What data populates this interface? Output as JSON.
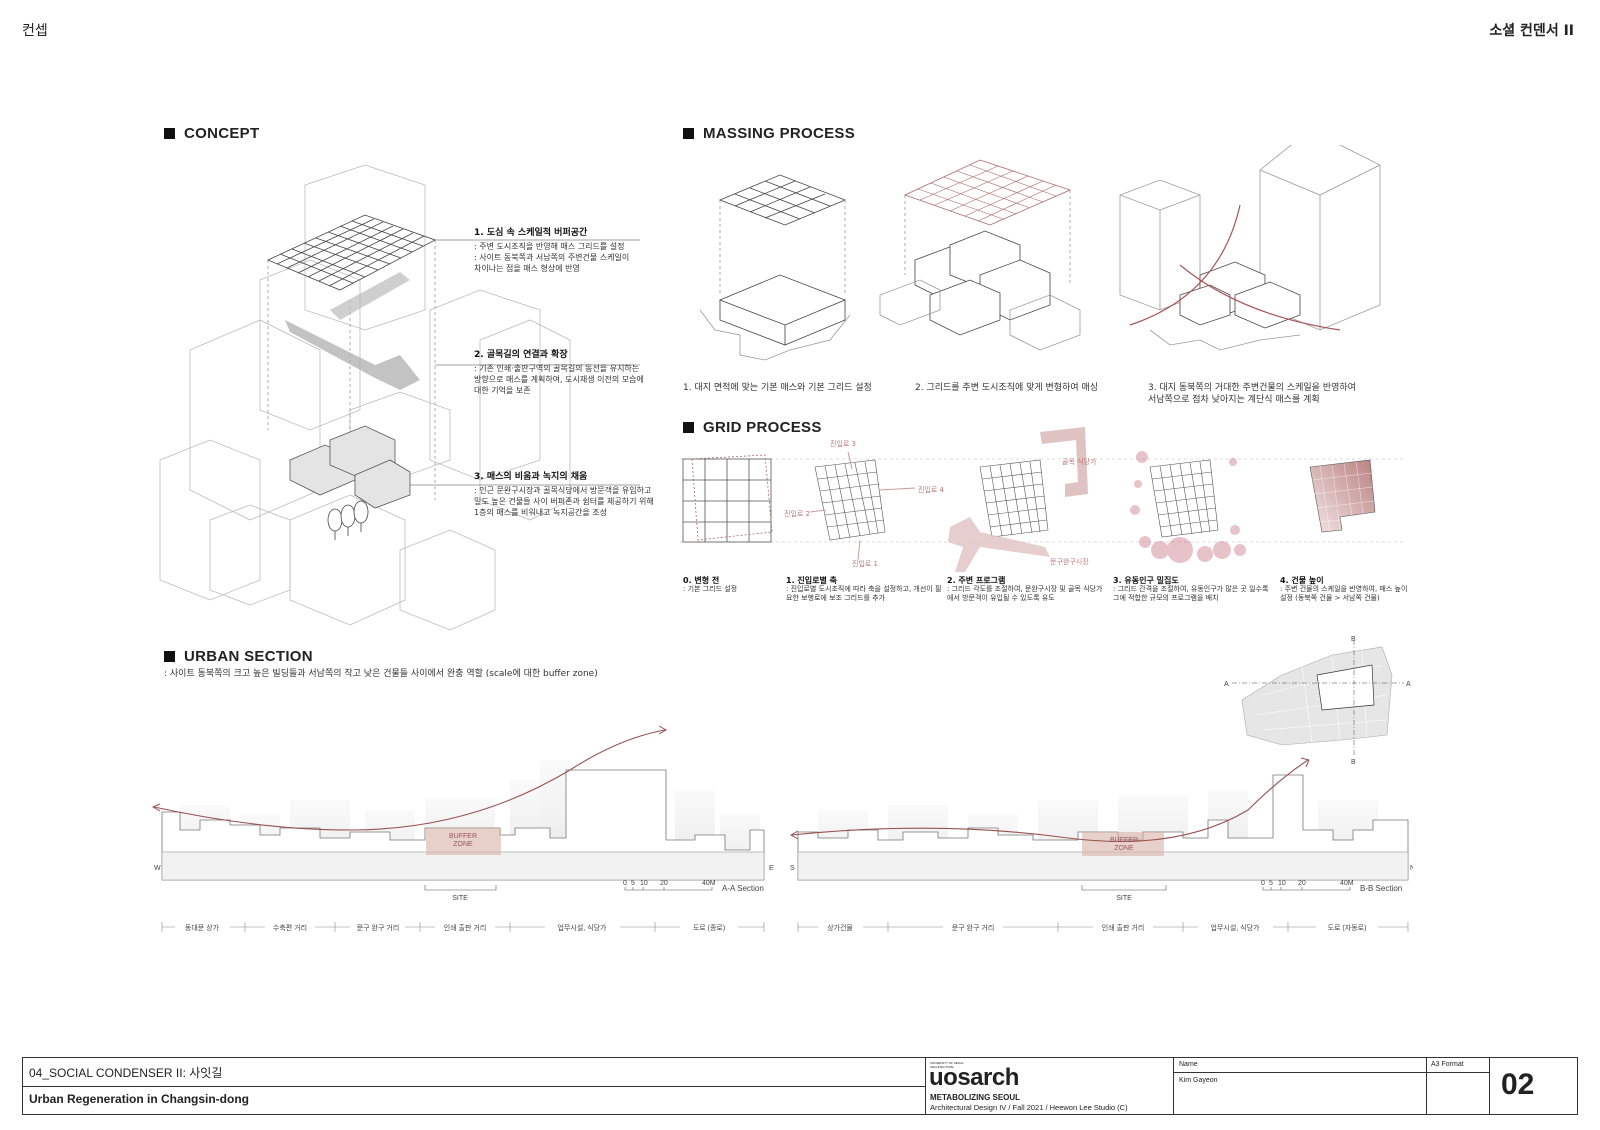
{
  "header": {
    "left_title": "컨셉",
    "right_title": "소셜 컨덴서 II"
  },
  "concept": {
    "title": "CONCEPT",
    "notes": [
      {
        "heading": "1. 도심 속 스케일적 버퍼공간",
        "lines": [
          ": 주변 도시조직을 반영해 매스 그리드를 설정",
          ": 사이트 동북쪽과 서남쪽의 주변건물 스케일이",
          "차이나는 점을 매스 형상에 반영"
        ]
      },
      {
        "heading": "2. 골목길의 연결과 확장",
        "lines": [
          ": 기존 인쇄·출판구역의 골목길의 동선을 유지하는",
          "방향으로 매스를 계획하여, 도시재생 이전의 모습에",
          "대한 기억을 보존"
        ]
      },
      {
        "heading": "3. 매스의 비움과 녹지의 채움",
        "lines": [
          ": 인근 문완구시장과 골목식당에서 방문객을 유입하고",
          "밀도 높은 건물들 사이 버퍼존과 쉼터를 제공하기 위해",
          "1층의 매스를 비워내고 녹지공간을 조성"
        ]
      }
    ]
  },
  "massing": {
    "title": "MASSING PROCESS",
    "captions": [
      [
        "1. 대지 면적에 맞는 기본 매스와 기본 그리드 설정"
      ],
      [
        "2. 그리드를 주변 도시조직에 맞게 변형하여 매싱"
      ],
      [
        "3. 대지 동북쪽의 거대한 주변건물의 스케일을 반영하여",
        "서남쪽으로 점차 낮아지는 계단식 매스를 계획"
      ]
    ]
  },
  "grid": {
    "title": "GRID PROCESS",
    "entry_labels": [
      "진입로 1",
      "진입로 2",
      "진입로 3",
      "진입로 4"
    ],
    "program_labels": [
      "골목 식당가",
      "문구완구시장"
    ],
    "captions": [
      {
        "heading": "0. 변형 전",
        "text": ": 기본 그리드 설정"
      },
      {
        "heading": "1. 진입로별 축",
        "text": ": 진입로별 도시조직에 따라 축을 설정하고, 개선이 필요한 보행로에 보조 그리드를 추가"
      },
      {
        "heading": "2. 주변 프로그램",
        "text": ": 그리드 각도를 조절하여, 문완구시장 및 골목 식당가에서 방문객이 유입될 수 있도록 유도"
      },
      {
        "heading": "3. 유동인구 밀집도",
        "text": ": 그리드 간격을 조절하여, 유동인구가 많은 곳 일수록 그에 적합한 규모의 프로그램을 배치"
      },
      {
        "heading": "4. 건물 높이",
        "text": ": 주변 건물의 스케일을 반영하여, 매스 높이 설정 (동북쪽 건물 > 서남쪽 건물)"
      }
    ]
  },
  "urban": {
    "title": "URBAN SECTION",
    "subtitle": ": 사이트 동북쪽의 크고 높은 빌딩들과 서남쪽의 작고 낮은 건물들 사이에서 완충 역할 (scale에 대한 buffer zone)",
    "sections": [
      {
        "name": "A-A Section",
        "left": "W",
        "right": "E",
        "buffer": [
          "BUFFER",
          "ZONE"
        ],
        "site": "SITE",
        "scale": [
          "0",
          "5",
          "10",
          "20",
          "40M"
        ],
        "zones": [
          "동대문 상가",
          "수축편 거리",
          "문구 완구 거리",
          "인쇄 출판 거리",
          "업무시설, 식당가",
          "도로 (종로)"
        ]
      },
      {
        "name": "B-B Section",
        "left": "S",
        "right": "N",
        "buffer": [
          "BUFFER",
          "ZONE"
        ],
        "site": "SITE",
        "scale": [
          "0",
          "5",
          "10",
          "20",
          "40M"
        ],
        "zones": [
          "상가건물",
          "문구 완구 거리",
          "인쇄 출판 거리",
          "업무시설, 식당가",
          "도로 (자동로)"
        ]
      }
    ],
    "map_marks": [
      "A",
      "A",
      "B",
      "B"
    ]
  },
  "titleblock": {
    "project": "04_SOCIAL CONDENSER II: 사잇길",
    "subtitle": "Urban Regeneration in Changsin-dong",
    "logo_small": "UNIVERSITY OF SEOUL ARCHITECTURE",
    "logo": "uosarch",
    "studio_title": "METABOLIZING SEOUL",
    "studio_line": "Architectural Design IV / Fall 2021 / Heewon Lee Studio (C)",
    "name_label": "Name",
    "name_value": "Kim Gayeon",
    "format": "A3 Format",
    "page": "02"
  }
}
